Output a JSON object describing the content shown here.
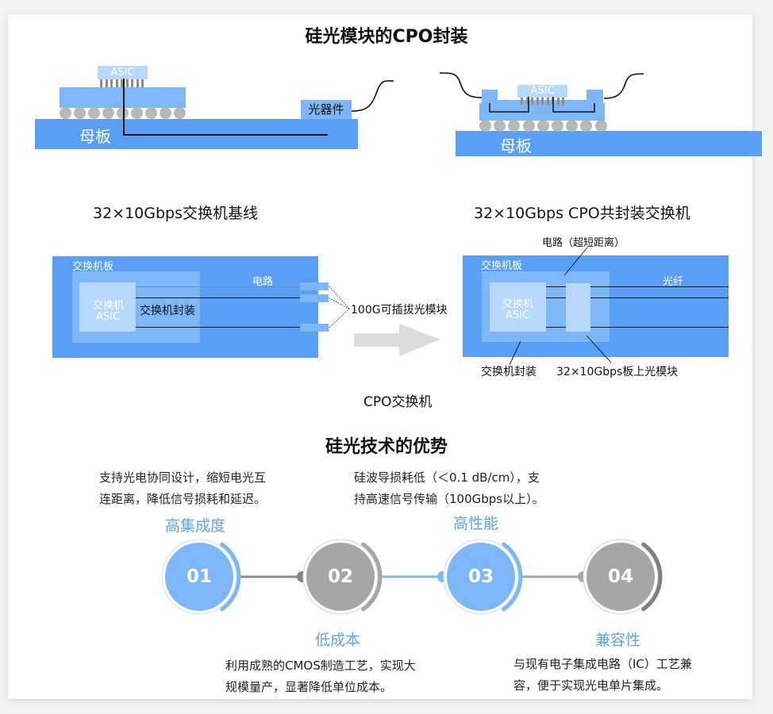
{
  "main_title": "硅光模块的CPO封装",
  "packaging": {
    "left": {
      "chip_label": "ASIC",
      "board_label": "母板",
      "optical_label": "光器件"
    },
    "right": {
      "chip_label": "ASIC",
      "board_label": "母板"
    }
  },
  "switches": {
    "baseline": {
      "title": "32×10Gbps交换机基线",
      "board_label": "交换机板",
      "asic_label_1": "交换机",
      "asic_label_2": "ASIC",
      "package_label": "交换机封装",
      "circuit_label": "电路",
      "module_label": "100G可插拔光模块"
    },
    "cpo": {
      "title": "32×10Gbps CPO共封装交换机",
      "circuit_label": "电路（超短距离）",
      "board_label": "交换机板",
      "asic_label_1": "交换机",
      "asic_label_2": "ASIC",
      "fiber_label": "光纤",
      "package_label": "交换机封装",
      "module_label": "32×10Gbps板上光模块"
    },
    "arrow_caption": "CPO交换机"
  },
  "advantages": {
    "title": "硅光技术的优势",
    "items": [
      {
        "num": "01",
        "title": "高集成度",
        "desc_1": "支持光电协同设计，缩短电光互",
        "desc_2": "连距离，降低信号损耗和延迟。",
        "color": "#7db7f8",
        "arc": "#7db7f8"
      },
      {
        "num": "02",
        "title": "低成本",
        "desc_1": "利用成熟的CMOS制造工艺，实现大",
        "desc_2": "规模量产，显著降低单位成本。",
        "color": "#a6a6a6",
        "arc": "#a6a6a6"
      },
      {
        "num": "03",
        "title": "高性能",
        "desc_1": "硅波导损耗低（＜0.1 dB/cm），支",
        "desc_2": "持高速信号传输（100Gbps以上）。",
        "color": "#7db7f8",
        "arc": "#7db7f8"
      },
      {
        "num": "04",
        "title": "兼容性",
        "desc_1": "与现有电子集成电路（IC）工艺兼",
        "desc_2": "容，便于实现光电单片集成。",
        "color": "#a6a6a6",
        "arc": "#7f7f7f"
      }
    ]
  }
}
